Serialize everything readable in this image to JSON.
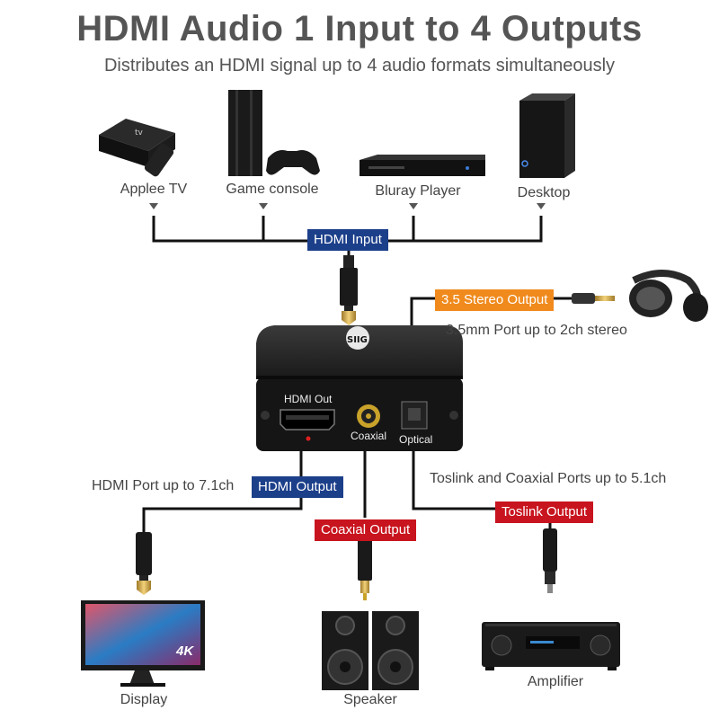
{
  "header": {
    "title": "HDMI Audio 1 Input to 4 Outputs",
    "subtitle": "Distributes an HDMI signal up to 4 audio formats simultaneously"
  },
  "sources": [
    {
      "label": "Applee TV",
      "icon": "apple-tv-icon"
    },
    {
      "label": "Game console",
      "icon": "game-console-icon"
    },
    {
      "label": "Bluray Player",
      "icon": "bluray-player-icon"
    },
    {
      "label": "Desktop",
      "icon": "desktop-icon"
    }
  ],
  "device": {
    "brand": "SIIG",
    "ports": {
      "hdmi_out": "HDMI Out",
      "coaxial": "Coaxial",
      "optical": "Optical"
    }
  },
  "tags": {
    "hdmi_input": "HDMI Input",
    "stereo_output": "3.5 Stereo Output",
    "hdmi_output": "HDMI Output",
    "coaxial_output": "Coaxial Output",
    "toslink_output": "Toslink Output"
  },
  "notes": {
    "stereo": "3.5mm Port up to 2ch stereo",
    "hdmi": "HDMI Port up to 7.1ch",
    "toslink_coax": "Toslink and Coaxial Ports up to 5.1ch"
  },
  "outputs": [
    {
      "label": "Display",
      "icon": "display-icon",
      "badge": "4K"
    },
    {
      "label": "Speaker",
      "icon": "speaker-icon"
    },
    {
      "label": "Amplifier",
      "icon": "amplifier-icon"
    }
  ],
  "colors": {
    "blue_tag": "#1c3f8a",
    "orange_tag": "#f08a1c",
    "red_tag": "#c8141e",
    "cable": "#111111"
  }
}
